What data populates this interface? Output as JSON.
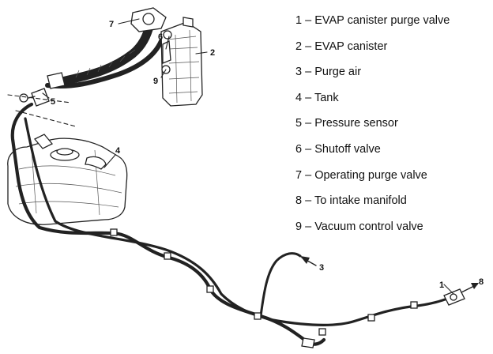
{
  "legend": [
    {
      "number": "1",
      "label": "EVAP canister purge valve"
    },
    {
      "number": "2",
      "label": "EVAP canister"
    },
    {
      "number": "3",
      "label": "Purge air"
    },
    {
      "number": "4",
      "label": "Tank"
    },
    {
      "number": "5",
      "label": "Pressure sensor"
    },
    {
      "number": "6",
      "label": "Shutoff valve"
    },
    {
      "number": "7",
      "label": "Operating purge valve"
    },
    {
      "number": "8",
      "label": "To intake manifold"
    },
    {
      "number": "9",
      "label": "Vacuum control valve"
    }
  ],
  "callouts": {
    "c1": "1",
    "c2": "2",
    "c3": "3",
    "c4": "4",
    "c5": "5",
    "c6": "6",
    "c7": "7",
    "c8": "8",
    "c9": "9"
  },
  "legend_separator": " – "
}
